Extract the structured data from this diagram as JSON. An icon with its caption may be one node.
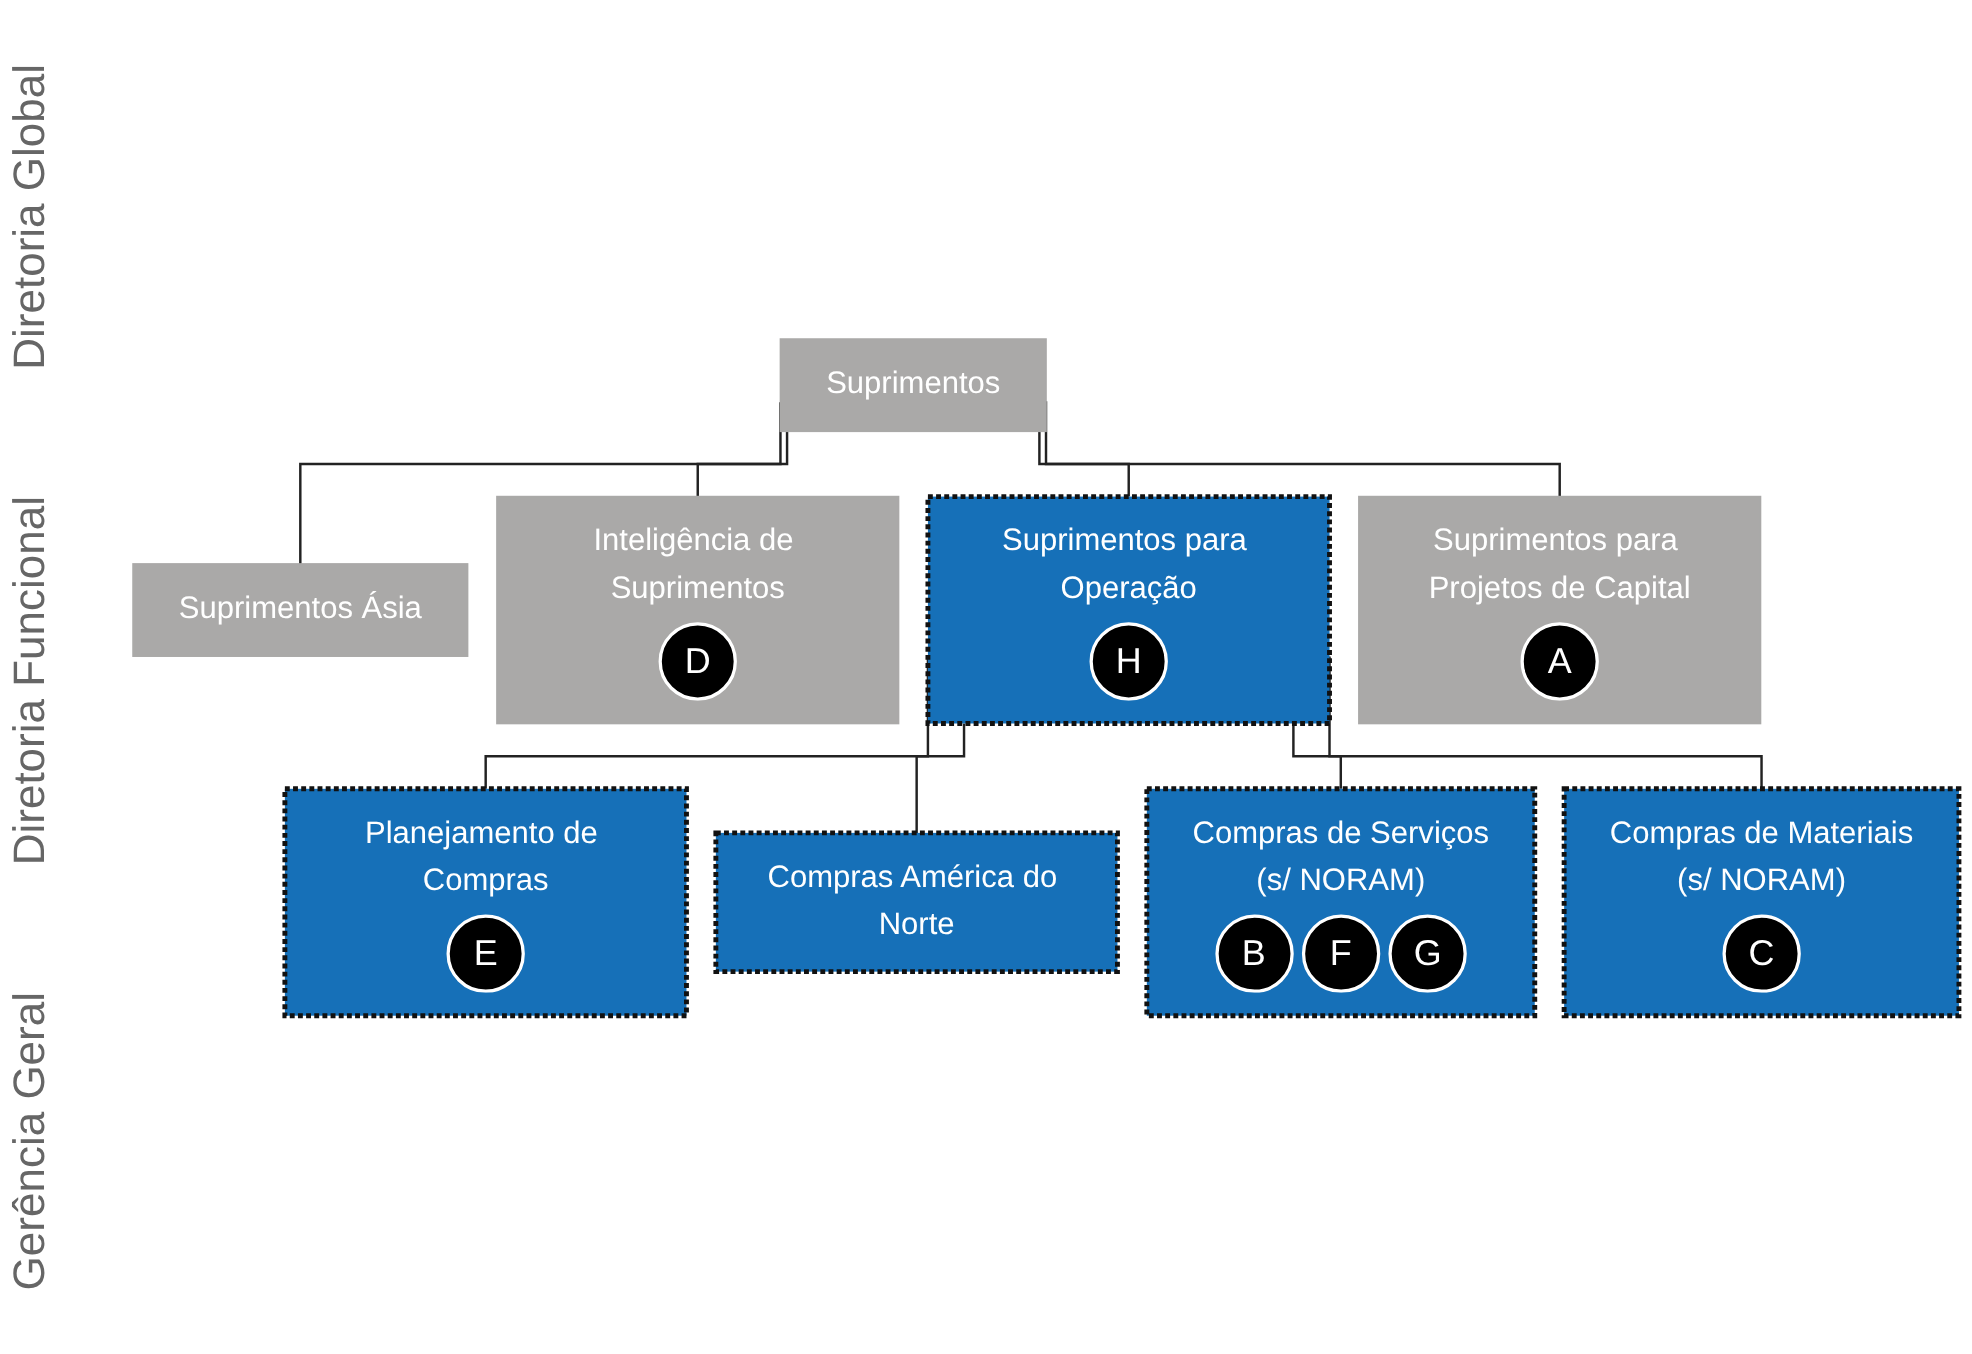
{
  "diagram": {
    "nodes": [
      {
        "text": [
          "Suprimentos"
        ]
      },
      {
        "text": [
          "Suprimentos Ásia"
        ]
      },
      {
        "text": [
          "Inteligência de Suprimentos",
          "D"
        ]
      },
      {
        "text": [
          "Suprimentos para Operação",
          "H"
        ]
      },
      {
        "text": [
          "Suprimentos para Projetos de Capital",
          "A"
        ]
      },
      {
        "text": [
          "Planejamento de Compras",
          "E"
        ]
      },
      {
        "text": [
          "Compras América do Norte"
        ]
      },
      {
        "text": [
          "Compras de Serviços",
          "(s/ NORAM)",
          "B",
          "F",
          "G"
        ]
      },
      {
        "text": [
          "Compras de Materiais",
          "(s/ NORAM)",
          "C"
        ]
      }
    ],
    "edges": [
      {
        "from": 0,
        "to": 1,
        "arrow": "none"
      },
      {
        "from": 0,
        "to": 2,
        "arrow": "none"
      },
      {
        "from": 0,
        "to": 3,
        "arrow": "none"
      },
      {
        "from": 0,
        "to": 4,
        "arrow": "none"
      },
      {
        "from": 3,
        "to": 5,
        "arrow": "none"
      },
      {
        "from": 3,
        "to": 6,
        "arrow": "none"
      },
      {
        "from": 3,
        "to": 7,
        "arrow": "none"
      },
      {
        "from": 3,
        "to": 8,
        "arrow": "none"
      }
    ],
    "labels": [
      "Diretoria Global",
      "Diretoria Funcional",
      "Gerência Geral"
    ]
  }
}
